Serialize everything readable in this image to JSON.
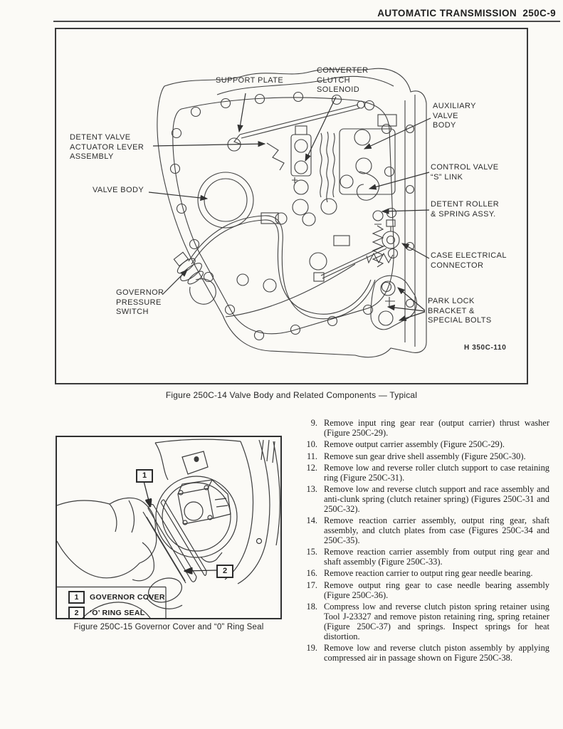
{
  "header": {
    "title": "AUTOMATIC TRANSMISSION  250C-9"
  },
  "figure_valve_body": {
    "caption": "Figure 250C-14 Valve Body and Related Components — Typical",
    "drawing_number": "H 350C-110",
    "labels": {
      "support_plate": "SUPPORT PLATE",
      "converter_clutch_solenoid": "CONVERTER\nCLUTCH\nSOLENOID",
      "auxiliary_valve_body": "AUXILIARY\nVALVE\nBODY",
      "detent_valve_actuator_lever_assembly": "DETENT VALVE\nACTUATOR LEVER\nASSEMBLY",
      "control_valve_s_link": "CONTROL VALVE\n“S” LINK",
      "valve_body": "VALVE BODY",
      "detent_roller_spring_assy": "DETENT ROLLER\n& SPRING ASSY.",
      "case_electrical_connector": "CASE ELECTRICAL\nCONNECTOR",
      "governor_pressure_switch": "GOVERNOR\nPRESSURE\nSWITCH",
      "park_lock_bracket_special_bolts": "PARK LOCK\nBRACKET &\nSPECIAL BOLTS"
    }
  },
  "figure_governor_cover": {
    "caption": "Figure 250C-15 Governor Cover and “0” Ring Seal",
    "callouts": {
      "one": "1",
      "two": "2"
    },
    "legend": [
      {
        "num": "1",
        "label": "GOVERNOR COVER"
      },
      {
        "num": "2",
        "label": "‘O’ RING SEAL"
      }
    ]
  },
  "steps": {
    "items": [
      {
        "num": "9.",
        "text": "Remove input ring gear rear (output carrier) thrust washer (Figure 250C-29)."
      },
      {
        "num": "10.",
        "text": "Remove output carrier assembly (Figure 250C-29)."
      },
      {
        "num": "11.",
        "text": "Remove sun gear drive shell assembly (Figure 250C-30)."
      },
      {
        "num": "12.",
        "text": "Remove low and reverse roller clutch support to case retaining ring (Figure 250C-31)."
      },
      {
        "num": "13.",
        "text": "Remove low and reverse clutch support and race assembly and anti-clunk spring (clutch retainer spring) (Figures 250C-31 and 250C-32)."
      },
      {
        "num": "14.",
        "text": "Remove reaction carrier assembly, output ring gear, shaft assembly, and clutch plates from case (Figures 250C-34 and 250C-35)."
      },
      {
        "num": "15.",
        "text": "Remove reaction carrier assembly from output ring gear and shaft assembly (Figure 250C-33)."
      },
      {
        "num": "16.",
        "text": "Remove reaction carrier to output ring gear needle bearing."
      },
      {
        "num": "17.",
        "text": "Remove output ring gear to case needle bearing assembly (Figure 250C-36)."
      },
      {
        "num": "18.",
        "text": "Compress low and reverse clutch piston spring retainer using Tool J-23327 and remove piston retaining ring, spring retainer (Figure 250C-37) and springs. Inspect springs for heat distortion."
      },
      {
        "num": "19.",
        "text": "Remove low and reverse clutch piston assembly by applying compressed air in passage shown on Figure 250C-38."
      }
    ]
  }
}
